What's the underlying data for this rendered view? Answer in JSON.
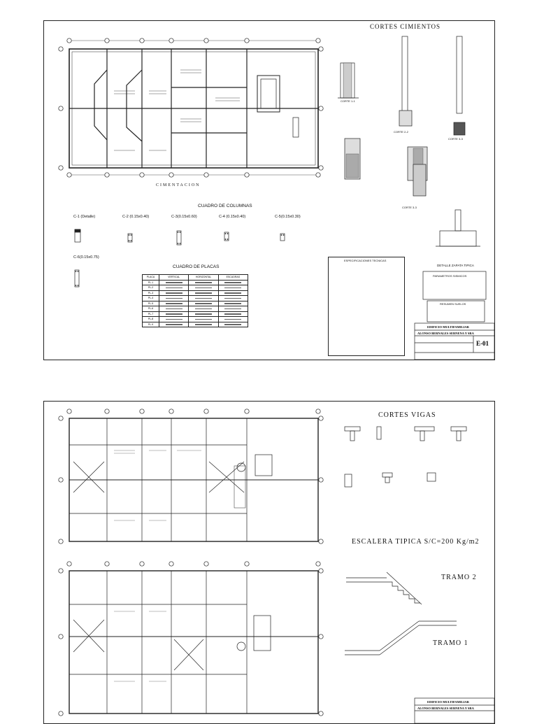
{
  "sheet1": {
    "cortes_title": "CORTES CIMIENTOS",
    "cimentacion_title": "CIMENTACION",
    "columnas_title": "CUADRO DE COLUMNAS",
    "columns": [
      {
        "label": "C-1 (Detalle)"
      },
      {
        "label": "C-2 (0.15x0.40)"
      },
      {
        "label": "C-3(0.15x0.60)"
      },
      {
        "label": "C-4 (0.15x0.40)"
      },
      {
        "label": "C-5(0.15x0.30)"
      },
      {
        "label": "C-6(0.15x0.75)"
      }
    ],
    "placas_title": "CUADRO DE PLACAS",
    "placas_headers": [
      "PLACA",
      "VERTICAL",
      "HORIZONTAL",
      "ESCUDRAS"
    ],
    "placas_rows": [
      "PL-1",
      "PL-2",
      "PL-3",
      "PL-4",
      "PL-5",
      "PL-6",
      "PL-7",
      "PL-8",
      "PL-9"
    ],
    "cortes": [
      "CORTE 1-1",
      "CORTE 2-2",
      "CORTE 3-3",
      "CORTE 3-3"
    ],
    "zapata_title": "DETALLE ZAPATA TIPICA",
    "especificaciones_title": "ESPECIFICACIONES TECNICAS",
    "parametros_title": "PARAMETROS SISMICOS",
    "resumen_title": "RESUMEN SUELOS",
    "titleblock": {
      "line1": "EDIFICIO MULTIFAMILIAR",
      "line2": "ALONSO BERNALES SERNENA Y SRA",
      "sheet_no": "E-01"
    }
  },
  "sheet2": {
    "cortes_title": "CORTES VIGAS",
    "escalera_title": "ESCALERA TIPICA  S/C=200 Kg/m2",
    "tramo2": "TRAMO 2",
    "tramo1": "TRAMO 1",
    "titleblock": {
      "line1": "EDIFICIO MULTIFAMILIAR",
      "line2": "ALONSO BERNALES SERNENA Y SRA"
    }
  }
}
